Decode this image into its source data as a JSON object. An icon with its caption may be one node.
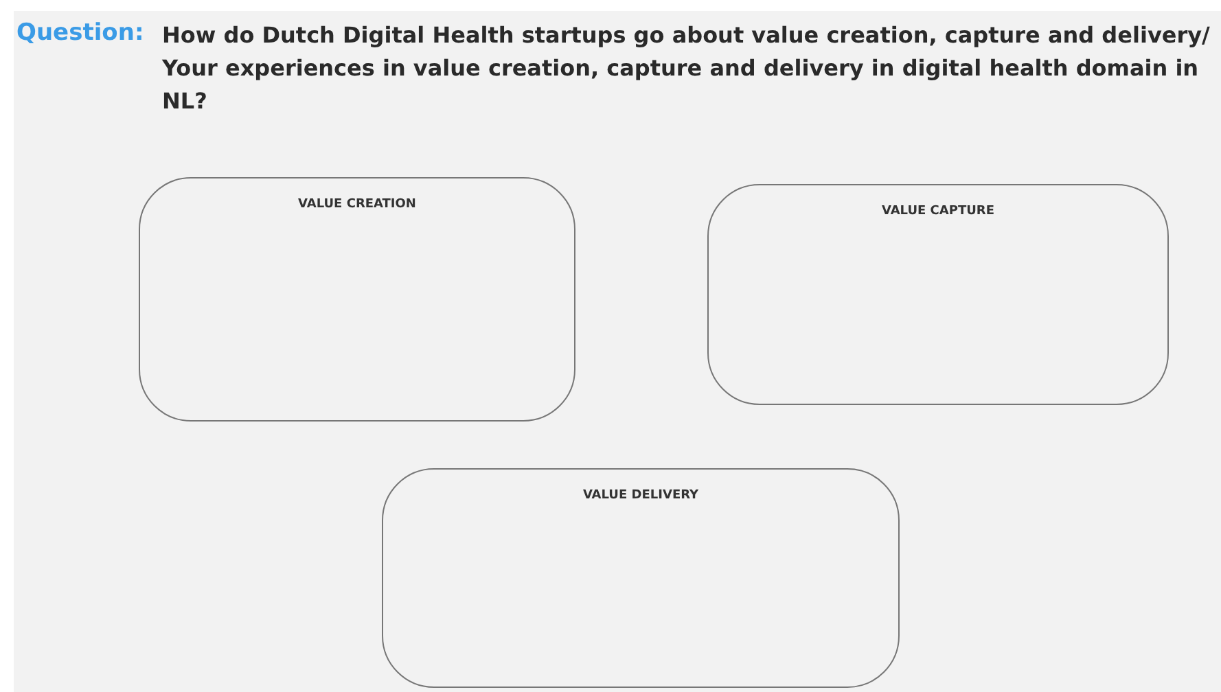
{
  "diagram": {
    "nodes": [
      {
        "text": [
          "VALUE CREATION"
        ]
      },
      {
        "text": [
          "VALUE CAPTURE"
        ]
      },
      {
        "text": [
          "VALUE DELIVERY"
        ]
      }
    ],
    "labels": [
      "Question:",
      "How do Dutch Digital Health startups go about value creation, capture and delivery/ Your experiences in value creation, capture and delivery in digital health domain in NL?"
    ]
  }
}
